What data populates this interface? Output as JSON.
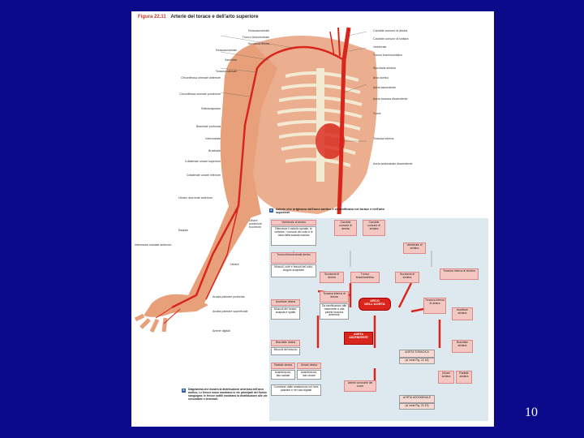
{
  "figure": {
    "number": "Figura 22.11",
    "title": "Arterie del torace e dell'arto superiore"
  },
  "labels_left": [
    "Toracoacromiale",
    "Tronco tireocervicale",
    "Succlavia destra",
    "Toracoacromiale",
    "Ascellare",
    "Toracica laterale",
    "Circonflessa omerale anteriore",
    "Circonflessa omerale posteriore",
    "Sottoscapolare",
    "Brachiale profonda",
    "Intercostale",
    "Brachiale",
    "Collaterale ulnare superiore",
    "Collaterale ulnare inferiore",
    "Ulnare ricorrente anteriore",
    "Radiale",
    "Interossea craniale anteriore"
  ],
  "labels_right": [
    "Carotide comune di destra",
    "Carotide comune di sinistra",
    "Vertebrale",
    "Tronco brachiocefalico",
    "Succlavia sinistra",
    "Arco aortico",
    "Aorta ascendente",
    "Aorta toracica discendente",
    "Cuore",
    "Toracica interna",
    "Aorta addominale discendente"
  ],
  "labels_lower": {
    "ulnar_recurrent": "Ulnare posteriore ricorrente",
    "ulnar": "Ulnare",
    "deep_palmar": "Arcata palmare profonda",
    "superficial_palmar": "Arcata palmare superficiale",
    "digital": "Arterie digitali"
  },
  "caption_a": {
    "badge": "a",
    "text": "Arterie che originano dall'arco aortico e si ramificano nel torace e nell'arto superiore"
  },
  "caption_b": {
    "badge": "b",
    "text": "Diagramma che mostra la distribuzione arteriosa dell'arco aortico. Le frecce rosse mostrano le vie principali del flusso sanguigno; le frecce sottili mostrano la distribuzione alle vie secondarie e terminali."
  },
  "flowchart": {
    "vertebrale_destra": "Vertebrale di destra",
    "vertebrale_text": "Rifornisce il midollo spinale, le vertebre, i muscoli del collo e le ossa della scatola cranica",
    "carotide_dx": "Carotide comune di destra",
    "carotide_sx": "Carotide comune di sinistra",
    "vertebrale_sx": "Vertebrale di sinistra",
    "tronco_tireo": "Tronco tireocervicale destro",
    "tronco_tireo_text": "Muscoli, cute e tessuti del collo, cingolo scapolare",
    "toracica_int_sx": "Toracica interna di sinistra",
    "succlavia_dx": "Succlavia di destra",
    "tronco_brachio": "Tronco brachiocefalico",
    "succlavia_sx": "Succlavia di sinistra",
    "toracica_int_dx": "Toracica interna di destra",
    "toracica_int_dx_text": "Dà ramificazioni alle mammelle e alla parete toracica anteriore",
    "arco": "ARCO DELL'AORTA",
    "ascellare_dx": "Ascellare destra",
    "ascellare_dx_text": "Muscoli del torace, scapola e spalla",
    "toracica_int": "Toracica interna di destra",
    "ascellare_sx": "Ascellare sinistra",
    "aorta_asc": "AORTA ASCENDENTE",
    "brachiale_dx": "Brachiale destra",
    "brachiale_dx_text": "Muscoli del braccio",
    "brachiale_sx": "Brachiale sinistra",
    "aorta_tor": "AORTA TORACICA",
    "aorta_tor_text": "(si veda Fig. 22.18)",
    "radiale_dx": "Radiale destra",
    "ulnare_dx": "Ulnare destra",
    "radiale_dx_text": "Avambraccio, lato radiale",
    "ulnare_dx_text": "Avambraccio, lato ulnare",
    "arcate": "Connesse dalle anastomosi nei rami palmare e nei vasi digitali",
    "arteria_coronaria": "Arterie coronarie del cuore",
    "ulnare_sx": "Ulnare sinistra",
    "radiale_sx": "Radiale sinistra",
    "aorta_add": "AORTA ADDOMINALE",
    "aorta_add_text": "(si veda Fig. 22.19)"
  },
  "page_number": "10",
  "colors": {
    "slide_bg": "#0a0a8a",
    "artery_red": "#d8261c",
    "muscle": "#e8a07a",
    "bone": "#f3ead3"
  }
}
